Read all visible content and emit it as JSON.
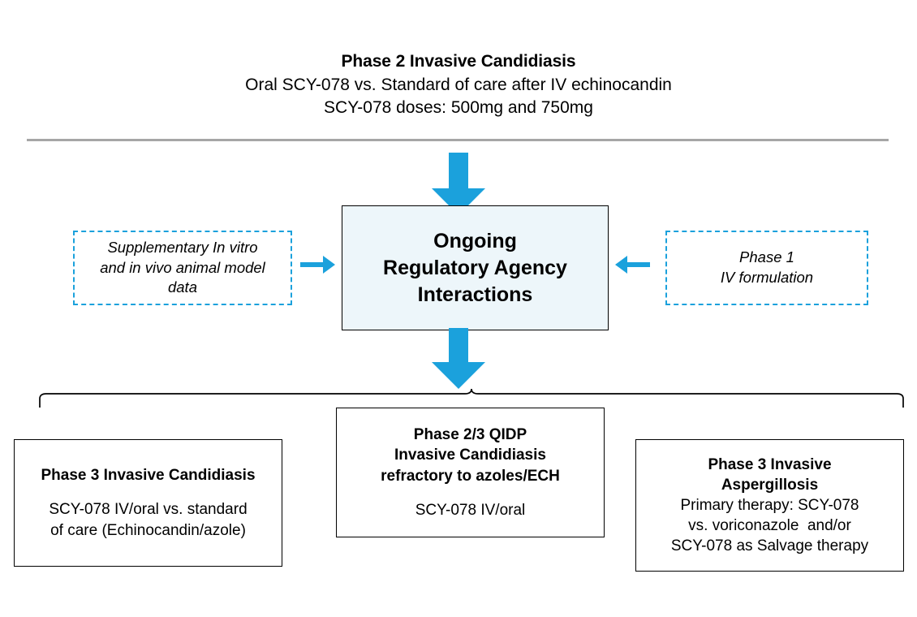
{
  "header": {
    "title": "Phase 2 Invasive Candidiasis",
    "line2": "Oral SCY-078 vs. Standard of care after IV echinocandin",
    "line3": "SCY-078 doses: 500mg and 750mg"
  },
  "center_box": {
    "line1": "Ongoing",
    "line2": "Regulatory Agency",
    "line3": "Interactions"
  },
  "left_support_box": {
    "line1": "Supplementary In vitro",
    "line2": "and in vivo animal model",
    "line3": "data"
  },
  "right_support_box": {
    "line1": "Phase 1",
    "line2": "IV formulation"
  },
  "bottom_left_box": {
    "title": "Phase 3 Invasive Candidiasis",
    "line1": "SCY-078 IV/oral vs. standard",
    "line2": "of care (Echinocandin/azole)"
  },
  "bottom_center_box": {
    "title_line1": "Phase 2/3 QIDP",
    "title_line2": "Invasive Candidiasis",
    "title_line3": "refractory to azoles/ECH",
    "line1": "SCY-078 IV/oral"
  },
  "bottom_right_box": {
    "title_line1": "Phase 3 Invasive",
    "title_line2": "Aspergillosis",
    "line1": "Primary therapy: SCY-078",
    "line2": "vs. voriconazole  and/or",
    "line3": "SCY-078 as Salvage therapy"
  },
  "icons": {
    "arrow_down_top": "arrow-down-icon",
    "arrow_down_bottom": "arrow-down-icon",
    "arrow_right": "arrow-right-icon",
    "arrow_left": "arrow-left-icon",
    "brace": "brace-connector"
  },
  "colors": {
    "accent_blue": "#1ba1dc",
    "center_fill": "#edf6fa",
    "rule_gray": "#a6a6a6",
    "outline_black": "#000000"
  }
}
